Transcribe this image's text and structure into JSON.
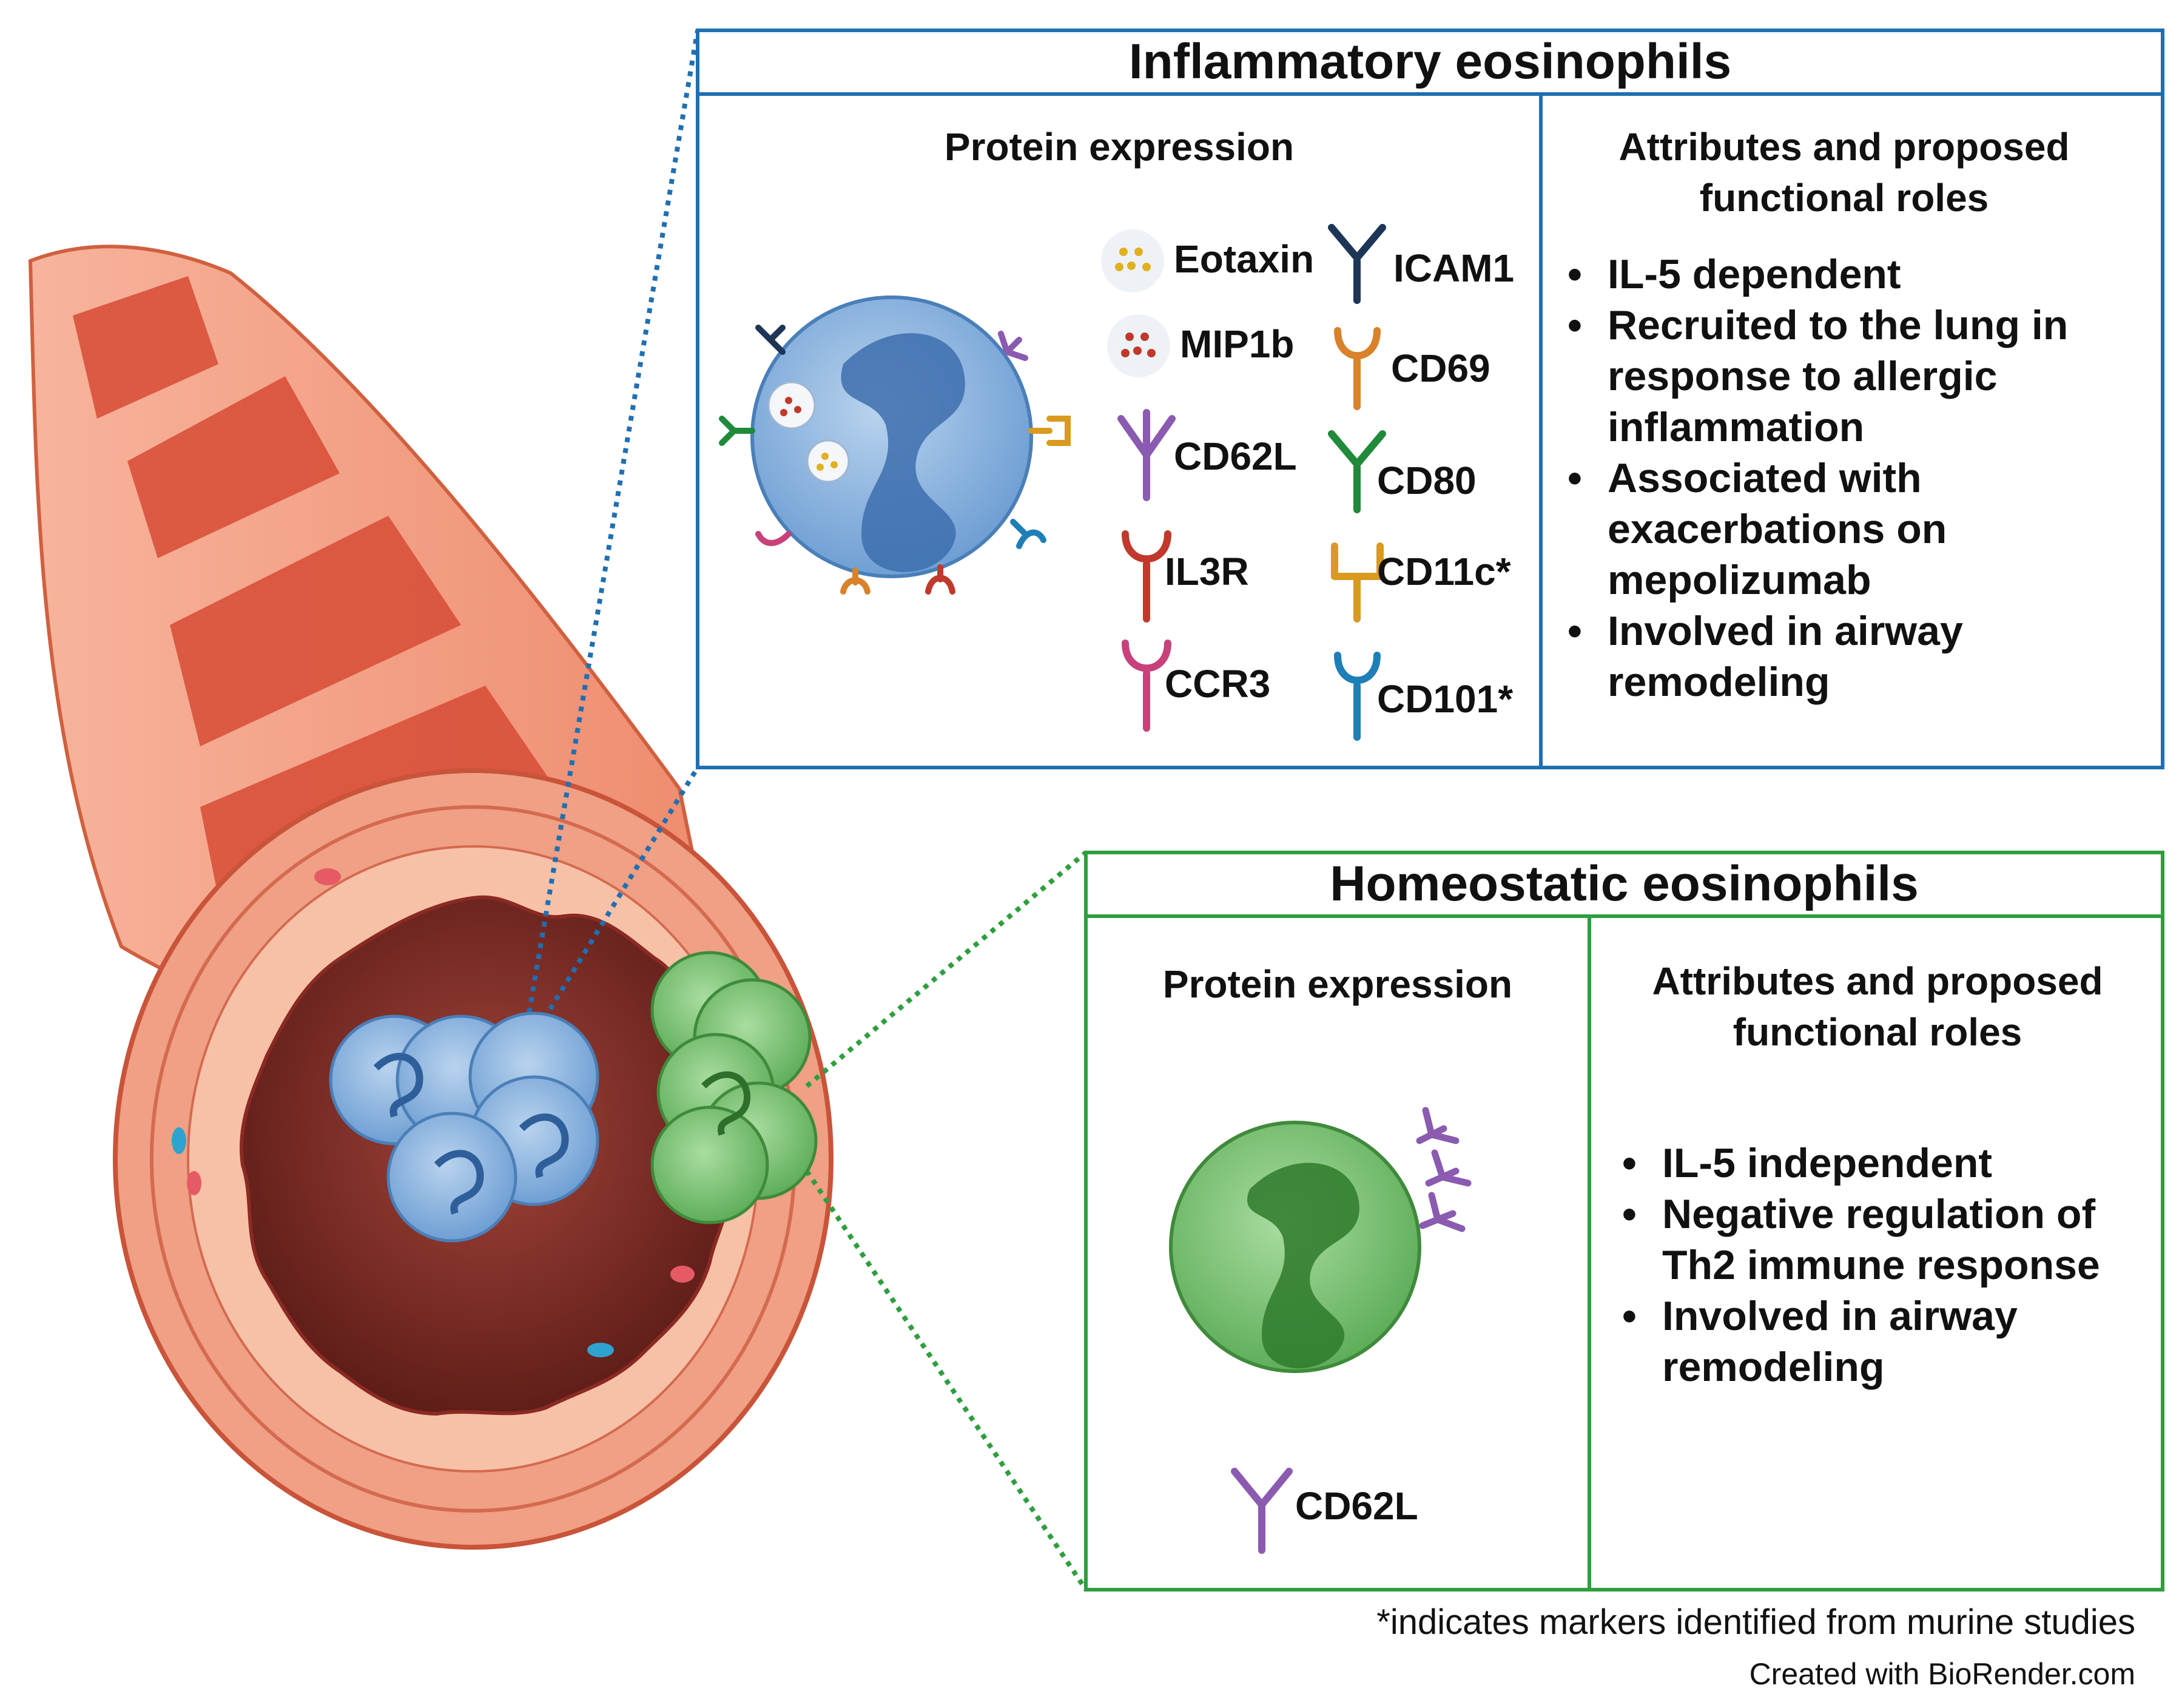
{
  "inflammatory": {
    "title": "Inflammatory eosinophils",
    "protein_heading": "Protein expression",
    "attributes_heading": "Attributes and proposed functional roles",
    "markers": [
      "Eotaxin",
      "MIP1b",
      "CD62L",
      "IL3R",
      "CCR3",
      "ICAM1",
      "CD69",
      "CD80",
      "CD11c*",
      "CD101*"
    ],
    "attributes": [
      "IL-5 dependent",
      "Recruited to the lung in response to allergic inflammation",
      "Associated with exacerbations on mepolizumab",
      "Involved in airway remodeling"
    ],
    "accent": "#1f6fb2"
  },
  "homeostatic": {
    "title": "Homeostatic eosinophils",
    "protein_heading": "Protein expression",
    "attributes_heading": "Attributes and proposed functional roles",
    "markers": [
      "CD62L"
    ],
    "attributes": [
      "IL-5 independent",
      "Negative regulation of Th2 immune response",
      "Involved in airway remodeling"
    ],
    "accent": "#2e9e3e"
  },
  "footnote": "*indicates markers identified from murine studies",
  "credit": "Created with BioRender.com",
  "marker_colors": {
    "ICAM1": "#1d3557",
    "CD69": "#d9822b",
    "CD62L": "#8a5bb0",
    "CD80": "#1f8a3a",
    "IL3R": "#c0392b",
    "CD11c": "#d99a1f",
    "CCR3": "#c8417a",
    "CD101": "#1e7fb8"
  }
}
